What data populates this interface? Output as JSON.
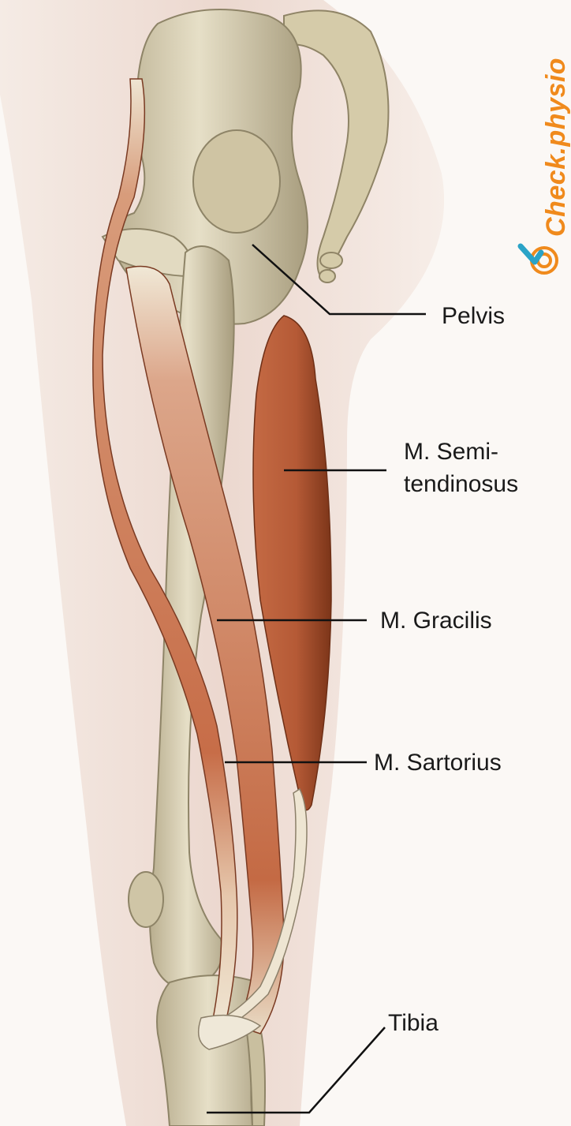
{
  "brand": {
    "name": "Check.physio",
    "color": "#f08a1c",
    "accent": "#2aa3c7"
  },
  "labels": {
    "pelvis": "Pelvis",
    "semitendinosus_1": "M. Semi-",
    "semitendinosus_2": "tendinosus",
    "gracilis": "M. Gracilis",
    "sartorius": "M. Sartorius",
    "tibia": "Tibia"
  },
  "colors": {
    "bone": "#d9d0b4",
    "bone_shadow": "#a99f80",
    "muscle": "#c8704c",
    "muscle_dark": "#9c4a2c",
    "tendon": "#ece3cf",
    "skin": "#ead8cf",
    "leader": "#111111"
  }
}
